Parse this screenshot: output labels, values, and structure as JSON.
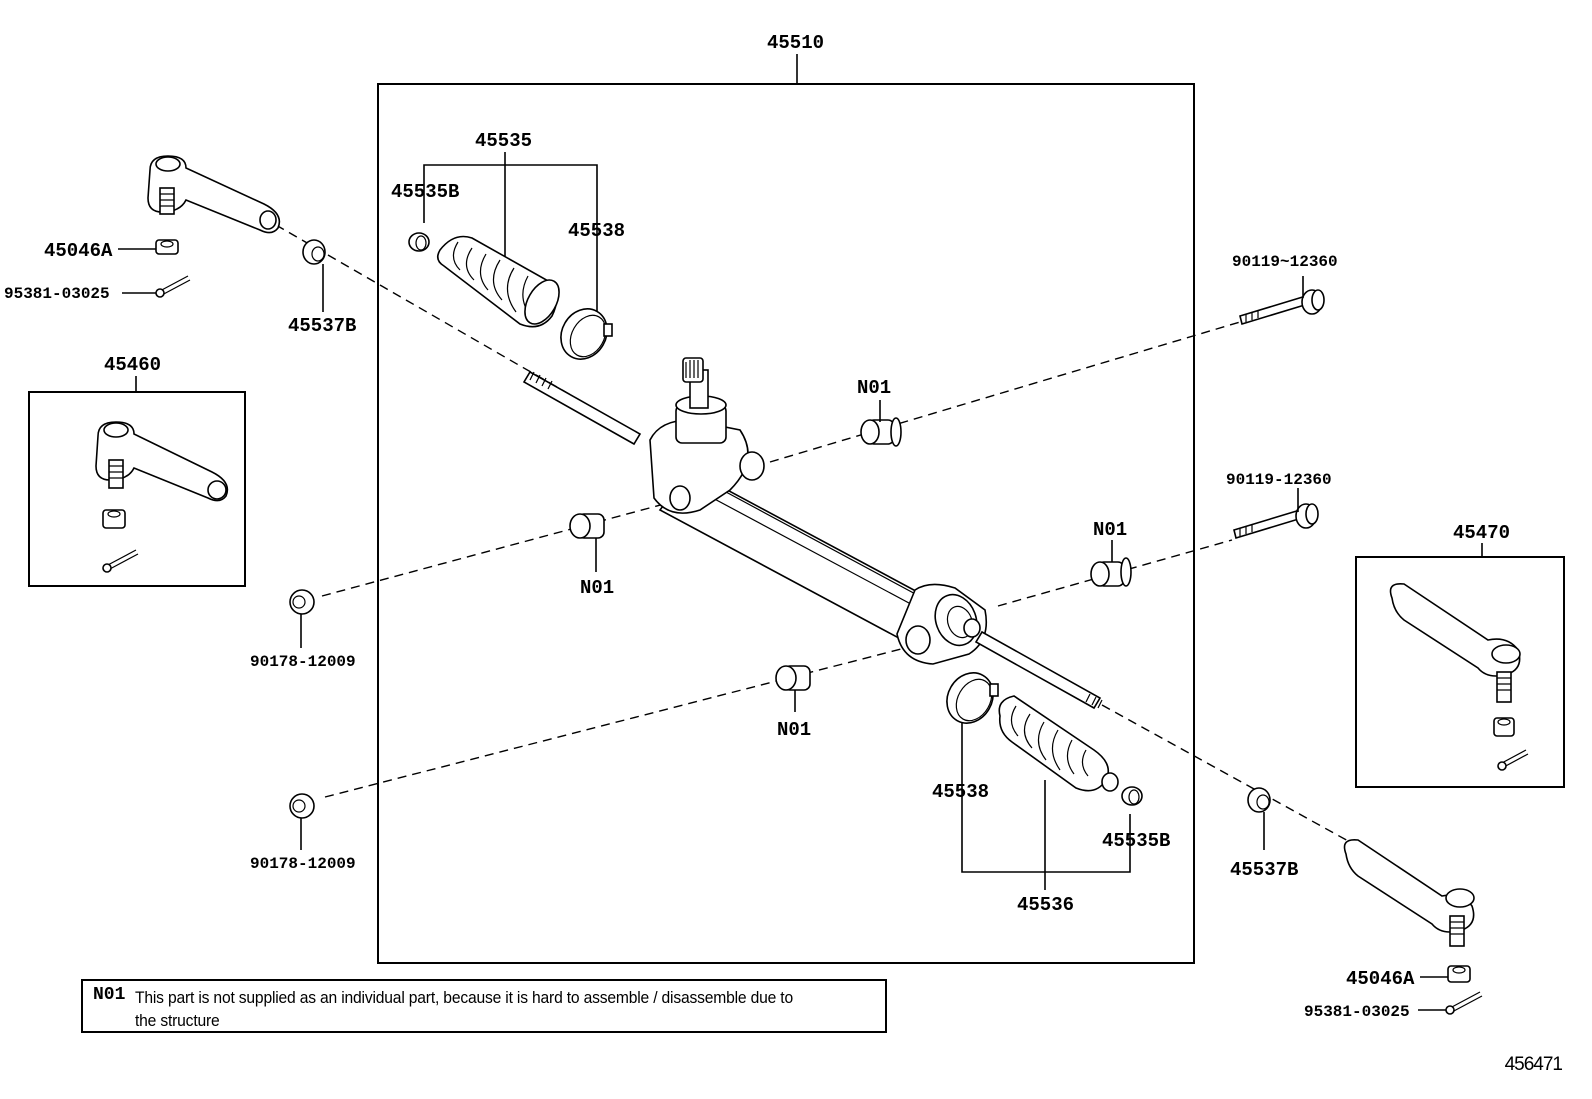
{
  "diagram": {
    "title": "Steering rack & pinion assembly exploded parts diagram",
    "assembly_label": "45510",
    "labels": {
      "boot_kit_left": "45535",
      "clamp_left": "45535B",
      "band_left": "45538",
      "tie_rod_end_nut_left": "45046A",
      "cotter_pin_left": "95381-03025",
      "lock_nut_left": "45537B",
      "tie_rod_end_lh_kit": "45460",
      "bolt_upper": "90119~12360",
      "bolt_lower": "90119-12360",
      "bushing_upper": "N01",
      "bushing_left": "N01",
      "bushing_right": "N01",
      "bushing_lower": "N01",
      "nut_upper": "90178-12009",
      "nut_lower": "90178-12009",
      "tie_rod_end_rh_kit": "45470",
      "band_right": "45538",
      "boot_kit_right": "45536",
      "clamp_right": "45535B",
      "lock_nut_right": "45537B",
      "tie_rod_end_nut_right": "45046A",
      "cotter_pin_right": "95381-03025"
    }
  },
  "note": {
    "code": "N01",
    "text": "This part is not supplied as an individual part, because it is hard to assemble / disassemble due to the structure"
  },
  "reference_id": "456471"
}
